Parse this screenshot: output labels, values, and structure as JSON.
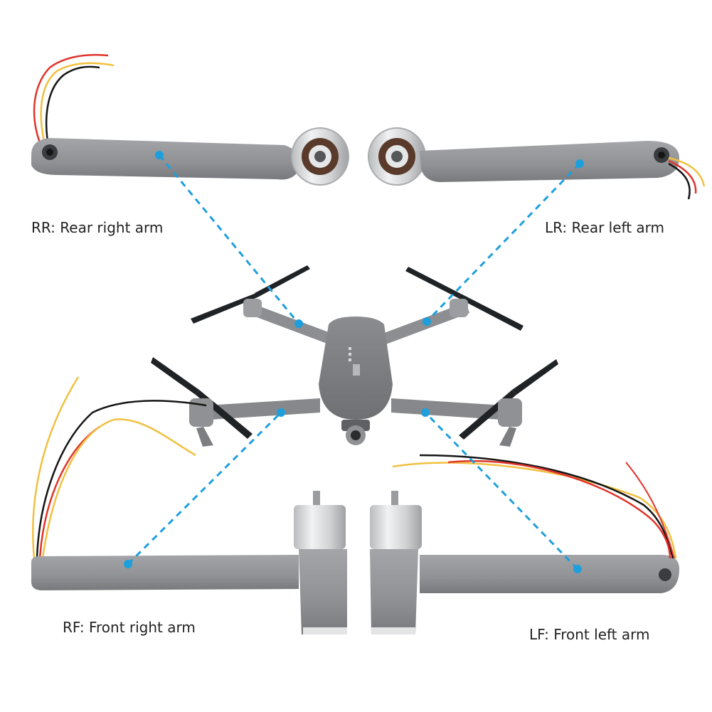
{
  "labels": {
    "rear_right": "RR: Rear right arm",
    "rear_left": "LR: Rear left arm",
    "front_right": "RF: Front right arm",
    "front_left": "LF: Front left arm"
  },
  "colors": {
    "arm_gray": "#8f9194",
    "arm_dark": "#6f7174",
    "motor_silver": "#d9dadc",
    "propeller": "#1f2326",
    "leader_line": "#1e9fdc",
    "wire_red": "#e0342b",
    "wire_yellow": "#f0c040",
    "wire_black": "#151515"
  }
}
